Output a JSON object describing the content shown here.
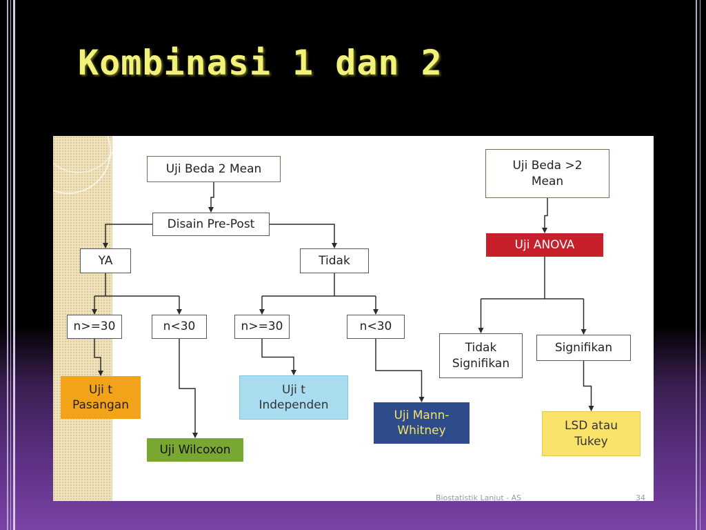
{
  "title": "Kombinasi 1 dan 2",
  "diagram": {
    "nodes": {
      "uji_beda_2_mean": "Uji Beda 2 Mean",
      "disain_pre_post": "Disain Pre-Post",
      "ya": "YA",
      "tidak": "Tidak",
      "ya_n_ge_30": "n>=30",
      "ya_n_lt_30": "n<30",
      "tidak_n_ge_30": "n>=30",
      "tidak_n_lt_30": "n<30",
      "uji_t_pasangan": "Uji t\nPasangan",
      "uji_wilcoxon": "Uji Wilcoxon",
      "uji_t_independen": "Uji t\nIndependen",
      "uji_mann_whitney": "Uji Mann-\nWhitney",
      "uji_beda_gt2_mean": "Uji Beda >2\nMean",
      "uji_anova": "Uji ANOVA",
      "tidak_signifikan": "Tidak\nSignifikan",
      "signifikan": "Signifikan",
      "lsd_atau_tukey": "LSD atau\nTukey"
    },
    "edges": [
      [
        "uji_beda_2_mean",
        "disain_pre_post"
      ],
      [
        "disain_pre_post",
        "ya"
      ],
      [
        "disain_pre_post",
        "tidak"
      ],
      [
        "ya",
        "ya_n_ge_30"
      ],
      [
        "ya",
        "ya_n_lt_30"
      ],
      [
        "tidak",
        "tidak_n_ge_30"
      ],
      [
        "tidak",
        "tidak_n_lt_30"
      ],
      [
        "ya_n_ge_30",
        "uji_t_pasangan"
      ],
      [
        "ya_n_lt_30",
        "uji_wilcoxon"
      ],
      [
        "tidak_n_ge_30",
        "uji_t_independen"
      ],
      [
        "tidak_n_lt_30",
        "uji_mann_whitney"
      ],
      [
        "uji_beda_gt2_mean",
        "uji_anova"
      ],
      [
        "uji_anova",
        "tidak_signifikan"
      ],
      [
        "uji_anova",
        "signifikan"
      ],
      [
        "signifikan",
        "lsd_atau_tukey"
      ]
    ],
    "colors": {
      "anova": "#c8202a",
      "pasangan": "#f3a31a",
      "independen": "#a9dcef",
      "mann_whitney": "#2e4b8c",
      "wilcoxon": "#78a832",
      "lsd_tukey": "#fbe26a",
      "title": "#f2f27a"
    }
  },
  "footer": {
    "left": "Biostatistik Lanjut - AS",
    "right": "34"
  }
}
